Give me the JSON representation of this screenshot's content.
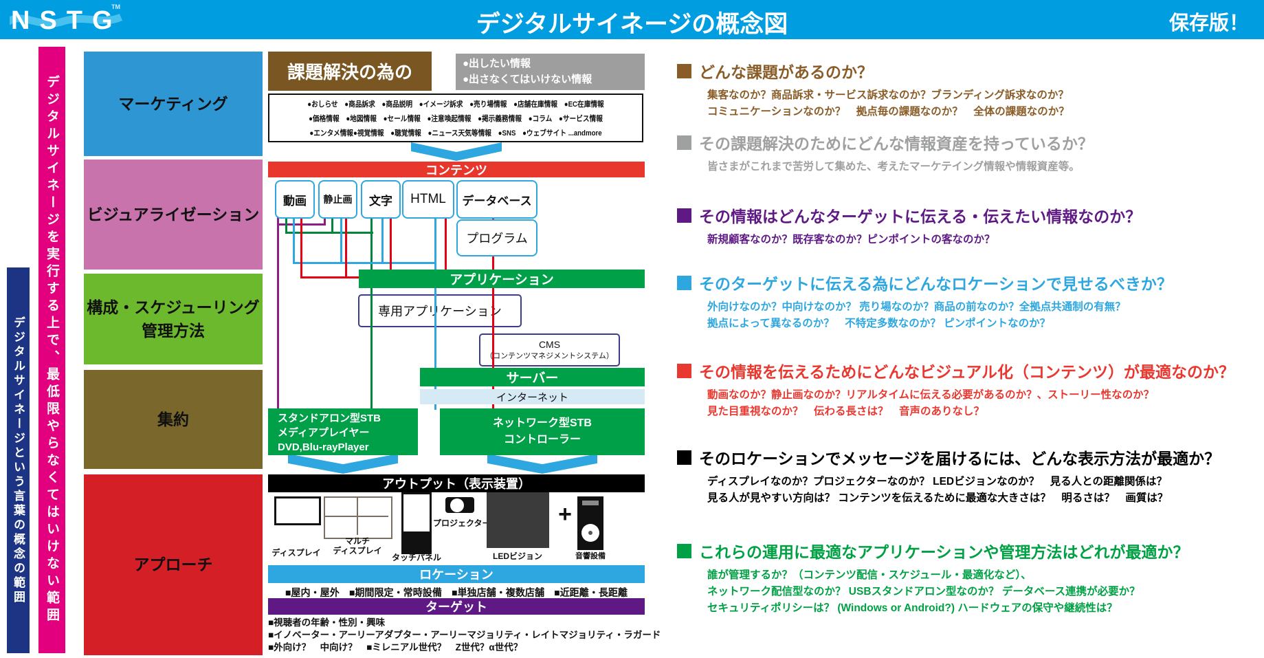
{
  "header": {
    "logo": "NSTG",
    "logo_tm": "TM",
    "title": "デジタルサイネージの概念図",
    "badge": "保存版！"
  },
  "side_bars": {
    "outer_label": "デジタルサイネージという言葉の概念の範囲",
    "outer_color": "#1d3484",
    "inner_label": "デジタルサイネージを実行する上で、最低限やらなくてはいけない範囲",
    "inner_color": "#e3007f"
  },
  "categories": [
    {
      "label": "マーケティング",
      "color": "#2e96d2"
    },
    {
      "label": "ビジュアライゼーション",
      "color": "#c873ac"
    },
    {
      "label": "構成・スケジューリング",
      "label2": "管理方法",
      "color": "#6cb92d"
    },
    {
      "label": "集約",
      "color": "#79672b"
    },
    {
      "label": "アプローチ",
      "color": "#d51f26"
    }
  ],
  "flow": {
    "problem_box": "課題解決の為の",
    "info_box_line1": "●出したい情報",
    "info_box_line2": "●出さなくてはいけない情報",
    "info_rows": [
      "●おしらせ　●商品訴求　●商品説明　●イメージ訴求　●売り場情報　●店舗在庫情報　●EC在庫情報",
      "●価格情報　●地図情報　●セール情報　●注意喚起情報　●掲示義務情報　●コラム　●サービス情報",
      "●エンタメ情報●視覚情報　●聴覚情報　●ニュース天気等情報　●SNS　●ウェブサイト ...andmore"
    ],
    "contents_bar": "コンテンツ",
    "content_boxes": [
      "動画",
      "静止画",
      "文字",
      "HTML",
      "データベース"
    ],
    "program_box": "プログラム",
    "application_bar": "アプリケーション",
    "dedicated_app_box": "専用アプリケーション",
    "cms_line1": "CMS",
    "cms_line2": "（コンテンツマネジメントシステム）",
    "server_bar": "サーバー",
    "internet_bar": "インターネット",
    "standalone_stb": [
      "スタンドアロン型STB",
      "メディアプレイヤー",
      "DVD,Blu-rayPlayer"
    ],
    "network_stb": [
      "ネットワーク型STB",
      "コントローラー"
    ],
    "output_bar": "アウトプット（表示装置）",
    "location_bar": "ロケーション",
    "location_items": "■屋内・屋外　■期間限定・常時設備　■単独店舗・複数店舗　■近距離・長距離",
    "target_bar": "ターゲット",
    "target_lines": [
      "■視聴者の年齢・性別・興味",
      "■イノベーター・アーリーアダプター・アーリーマジョリティ・レイトマジョリティ・ラガード",
      "■外向け？　中向け？　■ミレニアル世代？　Z世代？α世代？"
    ]
  },
  "devices": {
    "display": "ディスプレイ",
    "multi_line1": "マルチ",
    "multi_line2": "ディスプレイ",
    "touch": "タッチパネル",
    "projector": "プロジェクター",
    "led": "LEDビジョン",
    "plus": "+",
    "audio": "音響設備"
  },
  "line_colors": {
    "purple": "#8b1e82",
    "green": "#00873c",
    "blue": "#2ea7e0",
    "red": "#e60012"
  },
  "questions": [
    {
      "color": "#8a5c28",
      "heading": "どんな課題があるのか？",
      "lines": [
        "集客なのか？商品訴求・サービス訴求なのか？ブランディング訴求なのか？",
        "コミュニケーションなのか？　拠点毎の課題なのか？　全体の課題なのか？"
      ]
    },
    {
      "color": "#9fa0a0",
      "heading": "その課題解決のためにどんな情報資産を持っているか？",
      "lines": [
        "皆さまがこれまで苦労して集めた、考えたマーケテイング情報や情報資産等。"
      ]
    },
    {
      "color": "#5f1985",
      "heading": "その情報はどんなターゲットに伝える・伝えたい情報なのか？",
      "lines": [
        "新規顧客なのか？既存客なのか？ピンポイントの客なのか？"
      ]
    },
    {
      "color": "#2ea7e0",
      "heading": "そのターゲットに伝える為にどんなロケーションで見せるべきか？",
      "lines": [
        "外向けなのか？中向けなのか？ 売り場なのか？商品の前なのか？全拠点共通制の有無？",
        "拠点によって異なるのか？　不特定多数なのか？ ピンポイントなのか？"
      ]
    },
    {
      "color": "#e8382f",
      "heading": "その情報を伝えるためにどんなビジュアル化（コンテンツ）が最適なのか？",
      "lines": [
        "動画なのか？静止画なのか？リアルタイムに伝える必要があるのか？、ストーリー性なのか？",
        "見た目重視なのか？　伝わる長さは？　音声のありなし？"
      ]
    },
    {
      "color": "#000000",
      "heading": "そのロケーションでメッセージを届けるには、どんな表示方法が最適か？",
      "lines": [
        "ディスプレイなのか？プロジェクターなのか？ LEDビジョンなのか？　見る人との距離関係は？",
        "見る人が見やすい方向は？ コンテンツを伝えるために最適な大きさは？　明るさは？　画質は？"
      ]
    },
    {
      "color": "#00a044",
      "heading": "これらの運用に最適なアプリケーションや管理方法はどれが最適か？",
      "lines": [
        "誰が管理するか？（コンテンツ配信・スケジュール・最適化など）、",
        "ネットワーク配信型なのか？ USBスタンドアロン型なのか？ データベース連携が必要か？",
        "セキュリティポリシーは？ (Windows or Android?) ハードウェアの保守や継続性は？"
      ]
    }
  ]
}
